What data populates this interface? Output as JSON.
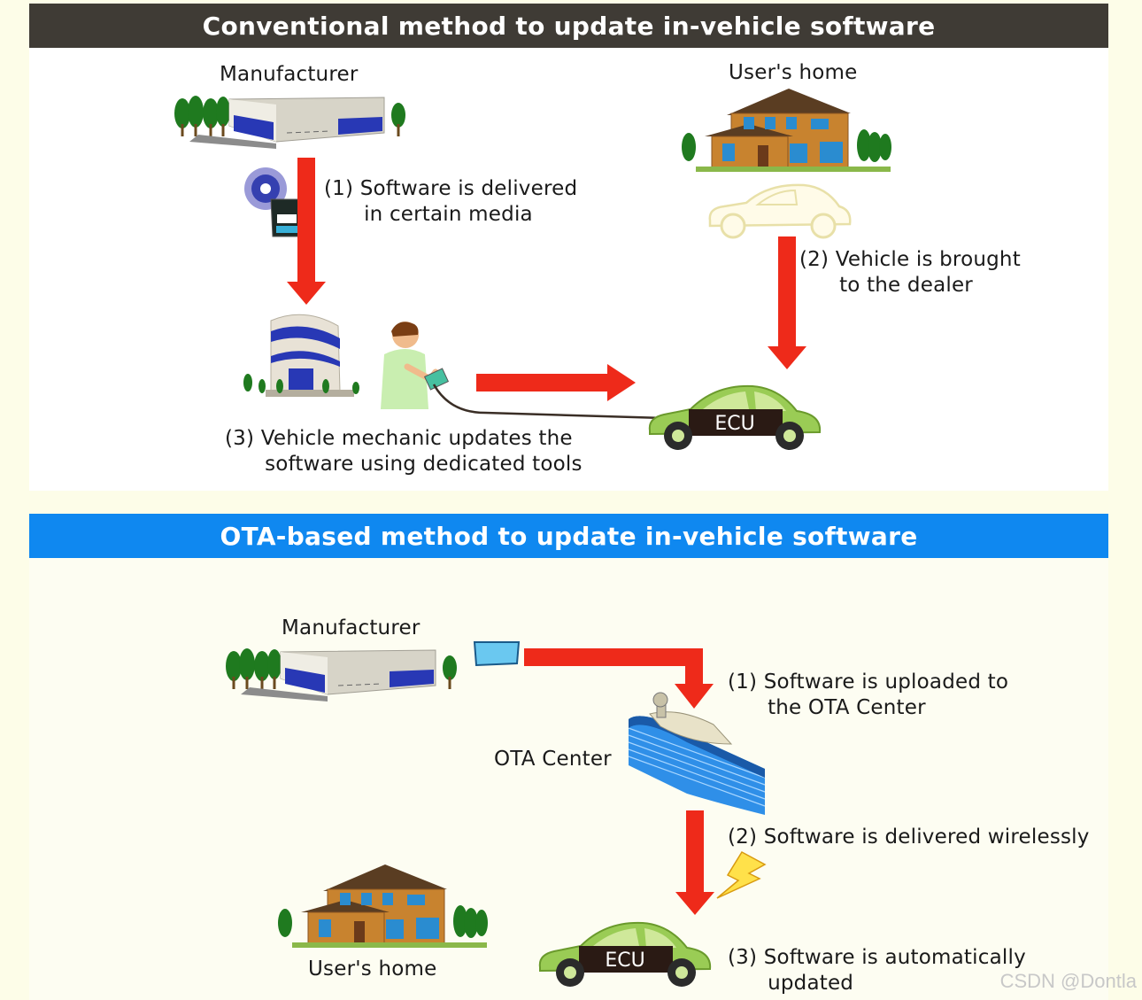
{
  "conventional": {
    "title": "Conventional method to update in-vehicle software",
    "manufacturer_label": "Manufacturer",
    "home_label": "User's home",
    "step1": "(1) Software is delivered\n      in certain media",
    "step2": "(2) Vehicle is brought\n      to the dealer",
    "step3": "(3) Vehicle mechanic updates the\n      software using dedicated tools",
    "ecu_label": "ECU"
  },
  "ota": {
    "title": "OTA-based method to update in-vehicle software",
    "manufacturer_label": "Manufacturer",
    "center_label": "OTA Center",
    "home_label": "User's home",
    "step1": "(1) Software is uploaded to\n      the OTA Center",
    "step2": "(2) Software is delivered wirelessly",
    "step3": "(3) Software is automatically\n      updated",
    "ecu_label": "ECU"
  },
  "watermark": "CSDN @Dontla",
  "colors": {
    "top_bar": "#3f3b35",
    "ota_bar": "#0f88f0",
    "arrow_red": "#ee2a1a",
    "car_green": "#9acc55"
  }
}
